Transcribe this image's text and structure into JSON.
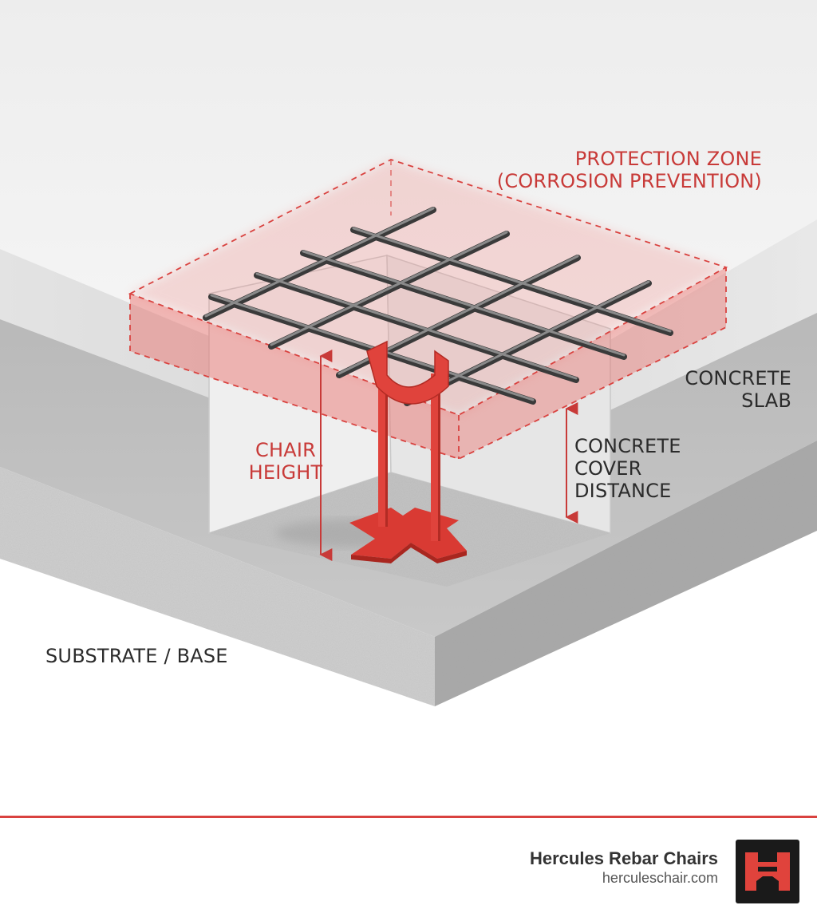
{
  "labels": {
    "protection_zone": [
      "PROTECTION ZONE",
      "(CORROSION PREVENTION)"
    ],
    "concrete_slab": [
      "CONCRETE",
      "SLAB"
    ],
    "chair_height": [
      "CHAIR",
      "HEIGHT"
    ],
    "concrete_cover": [
      "CONCRETE",
      "COVER",
      "DISTANCE"
    ],
    "substrate": "SUBSTRATE / BASE"
  },
  "footer": {
    "brand_name": "Hercules Rebar Chairs",
    "brand_url": "herculeschair.com",
    "logo_icon": "hercules-logo-icon"
  },
  "colors": {
    "accent_red": "#d9423f",
    "label_red": "#c83a38",
    "rebar": "#6d6d6d",
    "chair": "#e0433c"
  }
}
